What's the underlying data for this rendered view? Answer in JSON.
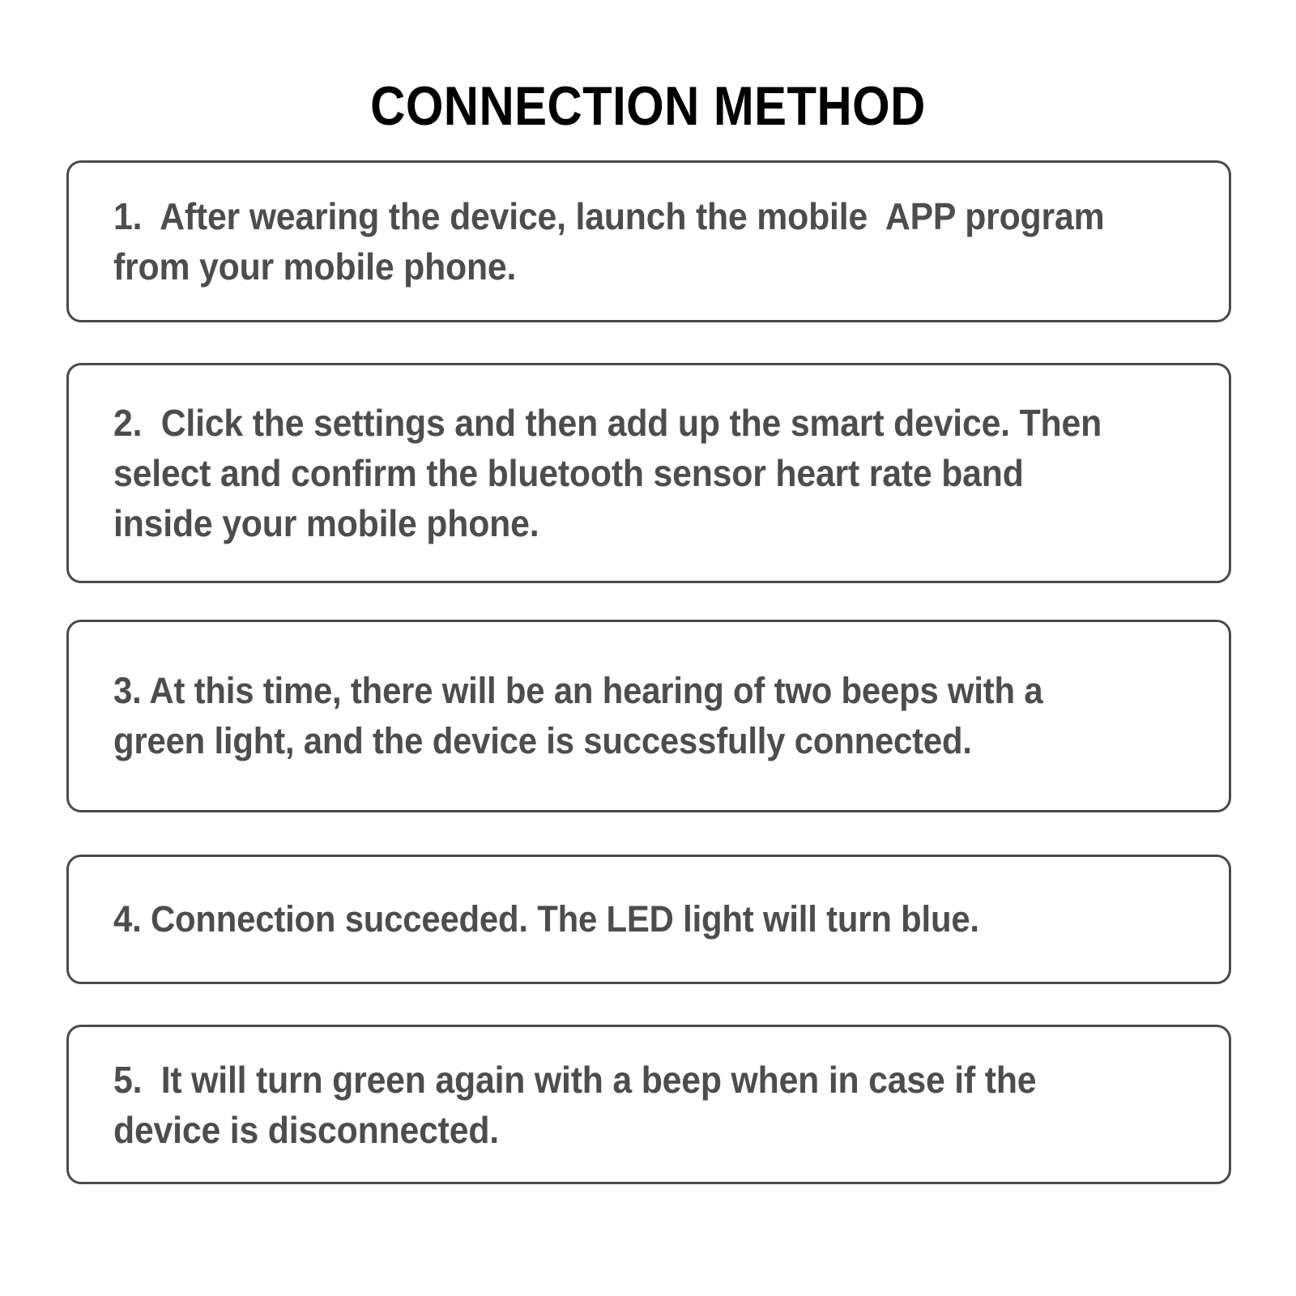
{
  "document": {
    "title": "CONNECTION METHOD",
    "background_color": "#ffffff",
    "title_color": "#000000",
    "text_color": "#4d4d4d",
    "border_color": "#4a4a4a"
  },
  "steps": [
    {
      "number": "1.",
      "text": "1.  After wearing the device, launch the mobile  APP program from your mobile phone."
    },
    {
      "number": "2.",
      "text": "2.  Click the settings and then add up the smart device. Then select and confirm the bluetooth sensor heart rate band inside your mobile phone."
    },
    {
      "number": "3.",
      "text": "3. At this time, there will be an hearing of two beeps with a green light, and the device is successfully connected."
    },
    {
      "number": "4.",
      "text": "4. Connection succeeded. The LED light will turn blue."
    },
    {
      "number": "5.",
      "text": "5.  It will turn green again with a beep when in case if the device is disconnected."
    }
  ]
}
